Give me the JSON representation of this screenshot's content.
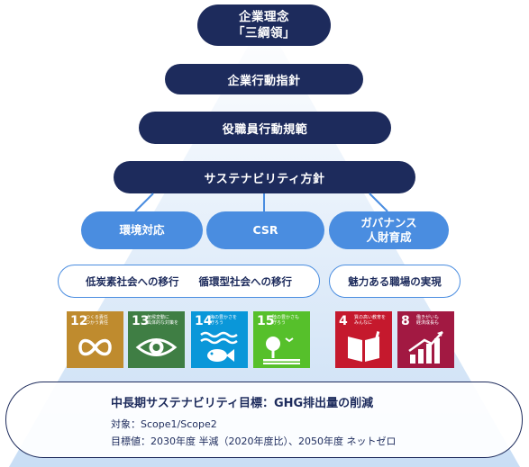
{
  "hierarchy": {
    "philosophy": "企業理念\n「三綱領」",
    "guidelines": "企業行動指針",
    "code_of_conduct": "役職員行動規範",
    "sustainability_policy": "サステナビリティ方針"
  },
  "pillars": [
    {
      "label": "環境対応"
    },
    {
      "label": "CSR"
    },
    {
      "label": "ガバナンス\n人財育成"
    }
  ],
  "themes": {
    "left_1": "低炭素社会への移行",
    "left_2": "循環型社会への移行",
    "right": "魅力ある職場の実現"
  },
  "sdgs": [
    {
      "number": "12",
      "text": "つくる責任\nつかう責任",
      "color": "#bf8b2e",
      "icon": "infinity-icon"
    },
    {
      "number": "13",
      "text": "気候変動に\n具体的な対策を",
      "color": "#3f7e44",
      "icon": "eye-globe-icon"
    },
    {
      "number": "14",
      "text": "海の豊かさを\n守ろう",
      "color": "#0a97d9",
      "icon": "fish-icon"
    },
    {
      "number": "15",
      "text": "陸の豊かさも\n守ろう",
      "color": "#56c02b",
      "icon": "tree-bird-icon"
    },
    {
      "number": "4",
      "text": "質の高い教育を\nみんなに",
      "color": "#c5192d",
      "icon": "book-icon"
    },
    {
      "number": "8",
      "text": "働きがいも\n経済成長も",
      "color": "#a21942",
      "icon": "growth-chart-icon"
    }
  ],
  "target": {
    "title": "中長期サステナビリティ目標：GHG排出量の削減",
    "scope": "対象：Scope1/Scope2",
    "value": "目標値：2030年度 半減（2020年度比）、2050年度 ネットゼロ"
  },
  "colors": {
    "navy": "#1d2b5c",
    "blue": "#4a8de0",
    "triangle": "#cfe3f7"
  }
}
